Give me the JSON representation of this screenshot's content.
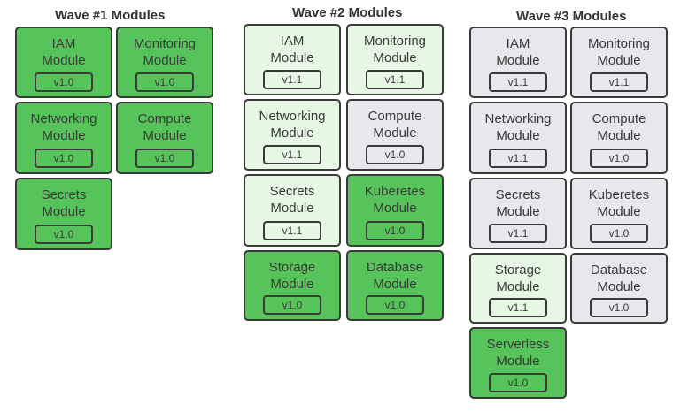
{
  "waves": [
    {
      "title": "Wave #1 Modules",
      "modules": [
        {
          "name": "IAM\nModule",
          "version": "v1.0",
          "status": "dark"
        },
        {
          "name": "Monitoring\nModule",
          "version": "v1.0",
          "status": "dark"
        },
        {
          "name": "Networking\nModule",
          "version": "v1.0",
          "status": "dark"
        },
        {
          "name": "Compute\nModule",
          "version": "v1.0",
          "status": "dark"
        },
        {
          "name": "Secrets\nModule",
          "version": "v1.0",
          "status": "dark"
        }
      ]
    },
    {
      "title": "Wave #2 Modules",
      "modules": [
        {
          "name": "IAM\nModule",
          "version": "v1.1",
          "status": "light"
        },
        {
          "name": "Monitoring\nModule",
          "version": "v1.1",
          "status": "light"
        },
        {
          "name": "Networking\nModule",
          "version": "v1.1",
          "status": "light"
        },
        {
          "name": "Compute\nModule",
          "version": "v1.0",
          "status": "gray"
        },
        {
          "name": "Secrets\nModule",
          "version": "v1.1",
          "status": "light"
        },
        {
          "name": "Kuberetes\nModule",
          "version": "v1.0",
          "status": "dark"
        },
        {
          "name": "Storage\nModule",
          "version": "v1.0",
          "status": "dark"
        },
        {
          "name": "Database\nModule",
          "version": "v1.0",
          "status": "dark"
        }
      ]
    },
    {
      "title": "Wave #3 Modules",
      "modules": [
        {
          "name": "IAM\nModule",
          "version": "v1.1",
          "status": "gray"
        },
        {
          "name": "Monitoring\nModule",
          "version": "v1.1",
          "status": "gray"
        },
        {
          "name": "Networking\nModule",
          "version": "v1.1",
          "status": "gray"
        },
        {
          "name": "Compute\nModule",
          "version": "v1.0",
          "status": "gray"
        },
        {
          "name": "Secrets\nModule",
          "version": "v1.1",
          "status": "gray"
        },
        {
          "name": "Kuberetes\nModule",
          "version": "v1.0",
          "status": "gray"
        },
        {
          "name": "Storage\nModule",
          "version": "v1.1",
          "status": "light"
        },
        {
          "name": "Database\nModule",
          "version": "v1.0",
          "status": "gray"
        },
        {
          "name": "Serverless\nModule",
          "version": "v1.0",
          "status": "dark"
        }
      ]
    }
  ],
  "colors": {
    "dark": "#56c45a",
    "light": "#e6f8e4",
    "gray": "#e6e8ec",
    "border": "#3a3a3a"
  }
}
